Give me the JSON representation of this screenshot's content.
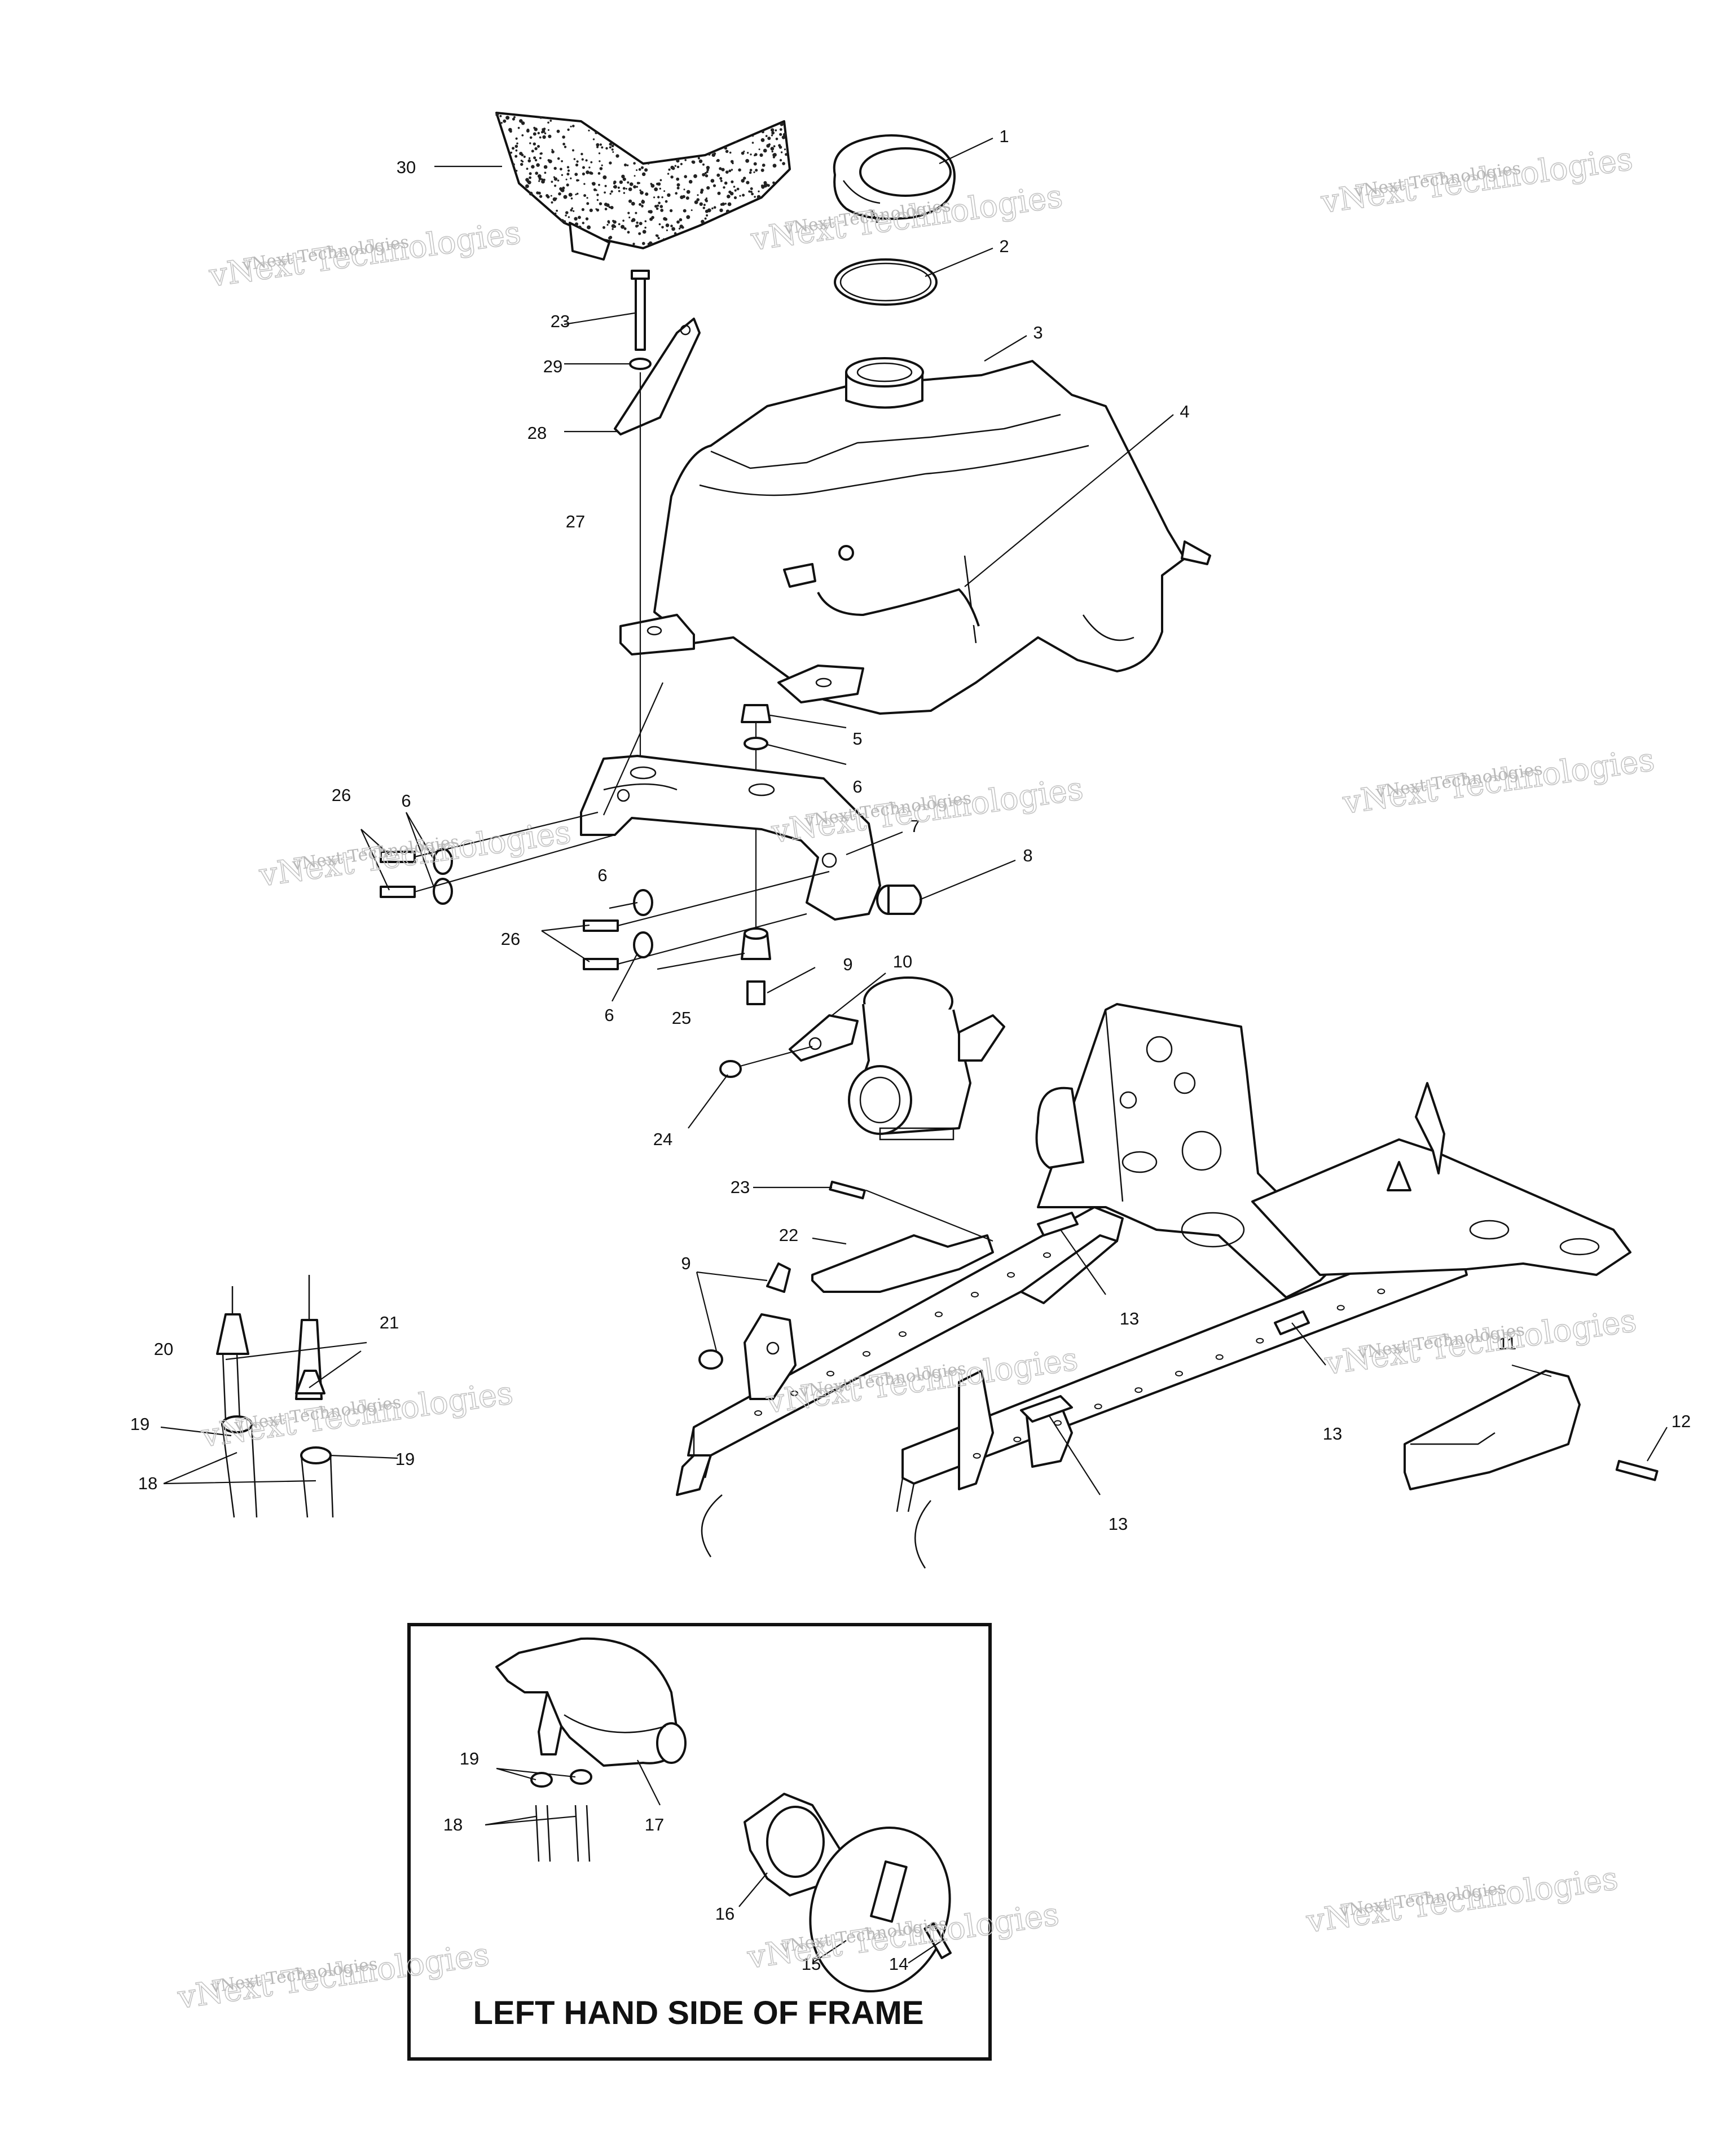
{
  "diagram": {
    "callouts": [
      {
        "id": "c1",
        "label": "1"
      },
      {
        "id": "c2",
        "label": "2"
      },
      {
        "id": "c3",
        "label": "3"
      },
      {
        "id": "c4",
        "label": "4"
      },
      {
        "id": "c5",
        "label": "5"
      },
      {
        "id": "c6a",
        "label": "6"
      },
      {
        "id": "c6b",
        "label": "6"
      },
      {
        "id": "c6c",
        "label": "6"
      },
      {
        "id": "c6d",
        "label": "6"
      },
      {
        "id": "c7",
        "label": "7"
      },
      {
        "id": "c8",
        "label": "8"
      },
      {
        "id": "c9a",
        "label": "9"
      },
      {
        "id": "c9b",
        "label": "9"
      },
      {
        "id": "c10",
        "label": "10"
      },
      {
        "id": "c11",
        "label": "11"
      },
      {
        "id": "c12",
        "label": "12"
      },
      {
        "id": "c13a",
        "label": "13"
      },
      {
        "id": "c13b",
        "label": "13"
      },
      {
        "id": "c13c",
        "label": "13"
      },
      {
        "id": "c14",
        "label": "14"
      },
      {
        "id": "c15",
        "label": "15"
      },
      {
        "id": "c16",
        "label": "16"
      },
      {
        "id": "c17",
        "label": "17"
      },
      {
        "id": "c18a",
        "label": "18"
      },
      {
        "id": "c18b",
        "label": "18"
      },
      {
        "id": "c19a",
        "label": "19"
      },
      {
        "id": "c19b",
        "label": "19"
      },
      {
        "id": "c19c",
        "label": "19"
      },
      {
        "id": "c20",
        "label": "20"
      },
      {
        "id": "c21",
        "label": "21"
      },
      {
        "id": "c22",
        "label": "22"
      },
      {
        "id": "c23a",
        "label": "23"
      },
      {
        "id": "c23b",
        "label": "23"
      },
      {
        "id": "c24",
        "label": "24"
      },
      {
        "id": "c25",
        "label": "25"
      },
      {
        "id": "c26a",
        "label": "26"
      },
      {
        "id": "c26b",
        "label": "26"
      },
      {
        "id": "c27",
        "label": "27"
      },
      {
        "id": "c28",
        "label": "28"
      },
      {
        "id": "c29",
        "label": "29"
      },
      {
        "id": "c30",
        "label": "30"
      }
    ],
    "inset": {
      "title": "LEFT HAND SIDE OF FRAME"
    },
    "watermark": {
      "line1": "vNext Technologies",
      "line2": "vNext Technologies"
    }
  }
}
